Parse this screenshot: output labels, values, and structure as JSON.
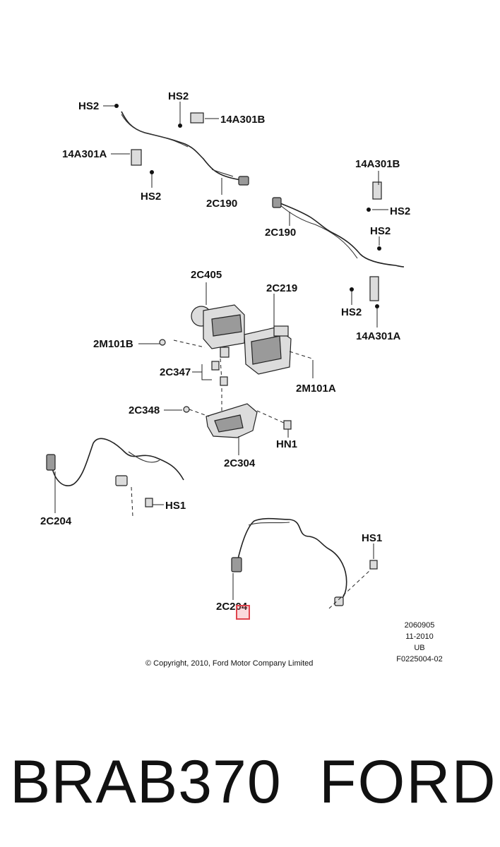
{
  "callouts": {
    "hs2_a": "HS2",
    "hs2_b": "HS2",
    "p14a301b_a": "14A301B",
    "p14a301a_a": "14A301A",
    "hs2_c": "HS2",
    "p2c190_a": "2C190",
    "p14a301b_b": "14A301B",
    "hs2_d": "HS2",
    "p2c190_b": "2C190",
    "hs2_e": "HS2",
    "p2c405": "2C405",
    "p2c219": "2C219",
    "hs2_f": "HS2",
    "p14a301a_b": "14A301A",
    "p2m101b": "2M101B",
    "p2c347": "2C347",
    "p2m101a": "2M101A",
    "p2c348": "2C348",
    "hn1": "HN1",
    "p2c304": "2C304",
    "hs1_a": "HS1",
    "p2c204_a": "2C204",
    "hs1_b": "HS1",
    "p2c204_b": "2C204"
  },
  "meta": {
    "figure_number": "2060905",
    "date": "11-2010",
    "region": "UB",
    "illustration_id": "F0225004-02"
  },
  "copyright": "© Copyright, 2010, Ford Motor Company Limited",
  "footer": {
    "part_number": "BRAB370",
    "brand": "FORD"
  }
}
